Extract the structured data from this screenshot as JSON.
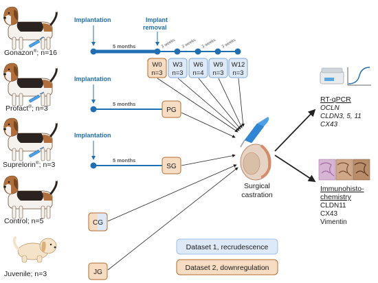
{
  "groups": {
    "gonazon": {
      "name": "Gonazon",
      "reg": "®",
      "n": "; n=16"
    },
    "profact": {
      "name": "Profact",
      "reg": "®",
      "n": "; n=3"
    },
    "suprelorin": {
      "name": "Suprelorin",
      "reg": "®",
      "n": "; n=3"
    },
    "control": {
      "label": "Control; n=5"
    },
    "juvenile": {
      "label": "Juvenile; n=3"
    }
  },
  "timeline": {
    "implantation": "Implantation",
    "implant_removal_line1": "Implant",
    "implant_removal_line2": "removal",
    "five_months": "5 months",
    "three_weeks": "3 weeks"
  },
  "boxes": {
    "W0": {
      "top": "W0",
      "bottom": "n=3"
    },
    "W3": {
      "top": "W3",
      "bottom": "n=3"
    },
    "W6": {
      "top": "W6",
      "bottom": "n=4"
    },
    "W9": {
      "top": "W9",
      "bottom": "n=3"
    },
    "W12": {
      "top": "W12",
      "bottom": "n=3"
    },
    "PG": "PG",
    "SG": "SG",
    "CG": "CG",
    "JG": "JG"
  },
  "center": {
    "line1": "Surgical",
    "line2": "castration"
  },
  "rtqpcr": {
    "title": "RT-qPCR",
    "g1": "OCLN",
    "g2": "CLDN3, 5, 11",
    "g3": "CX43"
  },
  "ihc": {
    "title1": "Immunohisto-",
    "title2": "chemistry",
    "m1": "CLDN11",
    "m2": "CX43",
    "m3": "Vimentin"
  },
  "legend": {
    "d1": "Dataset 1, recrudescence",
    "d2": "Dataset 2, downregulation"
  },
  "colors": {
    "timeline": "#1f6fb2",
    "dataset1_fill": "#dde9f6",
    "dataset1_stroke": "#9cc0e6",
    "dataset2_fill": "#f7dcc4",
    "dataset2_stroke": "#b36b2e"
  },
  "icons": [
    "beagle-icon",
    "puppy-icon",
    "syringe-icon",
    "pcr-machine-icon",
    "amplification-curve-icon",
    "histology-slides-icon",
    "scalpel-icon",
    "testis-icon"
  ]
}
